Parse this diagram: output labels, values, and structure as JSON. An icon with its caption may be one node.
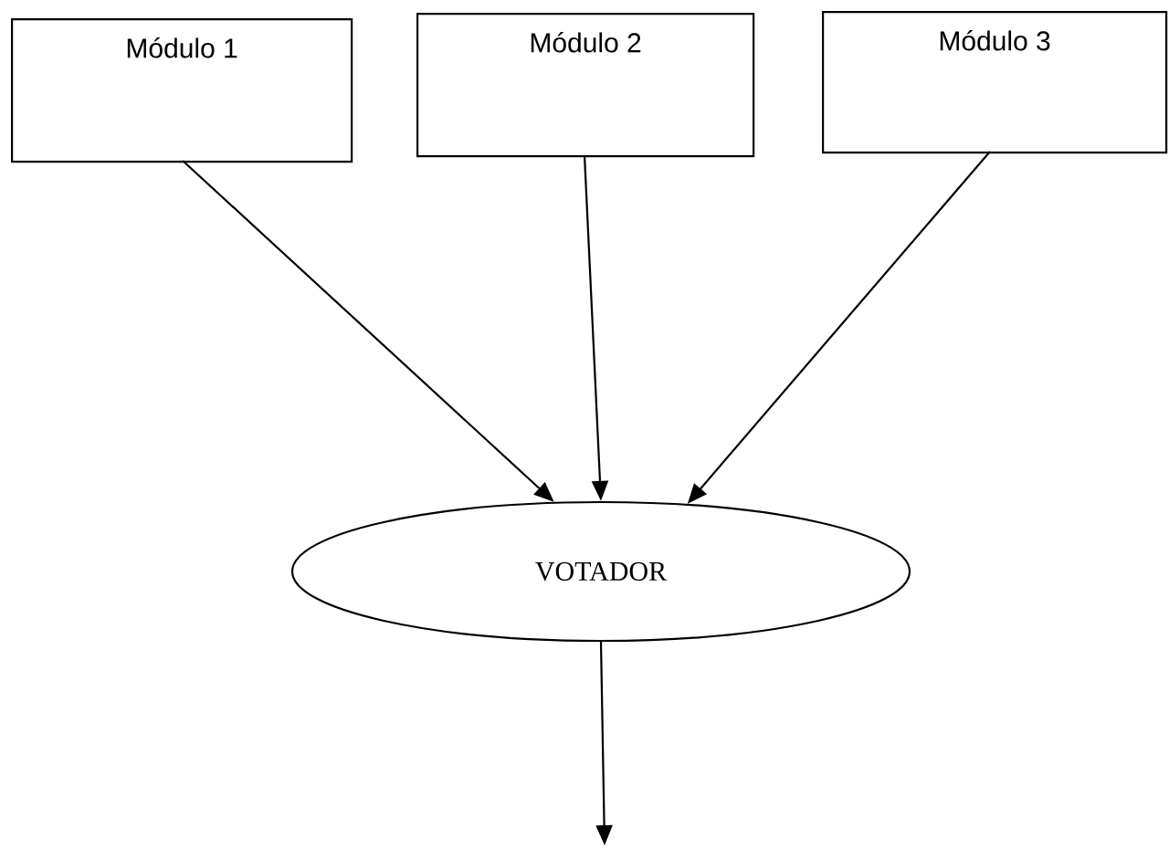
{
  "diagram": {
    "nodes": [
      {
        "text": [
          "Módulo 1"
        ]
      },
      {
        "text": [
          "Módulo 2"
        ]
      },
      {
        "text": [
          "Módulo 3"
        ]
      },
      {
        "text": [
          "VOTADOR"
        ]
      }
    ],
    "edges": [
      {
        "from": 0,
        "to": 3,
        "arrow": "to"
      },
      {
        "from": 1,
        "to": 3,
        "arrow": "to"
      },
      {
        "from": 2,
        "to": 3,
        "arrow": "to"
      },
      {
        "from": 3,
        "to": null,
        "arrow": "to"
      }
    ]
  }
}
